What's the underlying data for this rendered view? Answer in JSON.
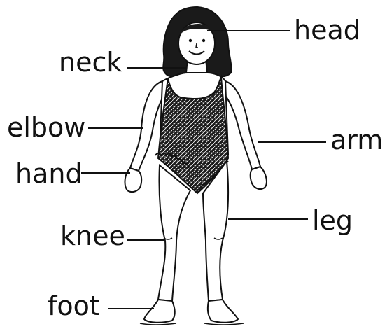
{
  "labels": {
    "head": "head",
    "neck": "neck",
    "elbow": "elbow",
    "arm": "arm",
    "hand": "hand",
    "leg": "leg",
    "knee": "knee",
    "foot": "foot"
  },
  "colors": {
    "ink": "#111111",
    "swimsuit": "#1c1c1c",
    "skin": "#ffffff"
  }
}
